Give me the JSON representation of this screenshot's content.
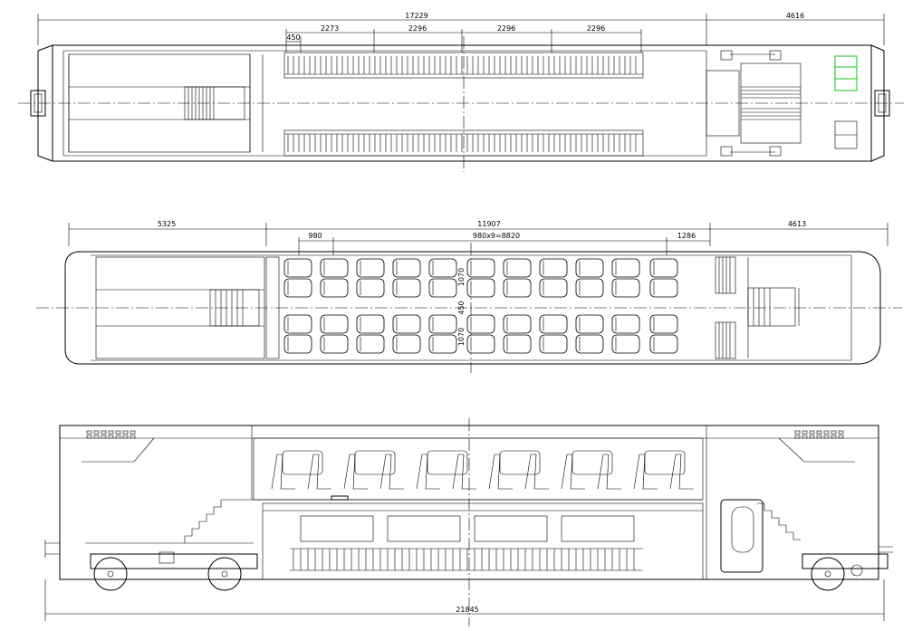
{
  "plan_upper": {
    "dims": {
      "total_length": "17229",
      "end_section": "4616",
      "offset": "450",
      "bay_1": "2273",
      "bay_2": "2296",
      "bay_3": "2296",
      "bay_4": "2296"
    }
  },
  "plan_lower": {
    "dims": {
      "left_section": "5325",
      "middle_section": "11907",
      "right_section": "4613",
      "first_pitch": "980",
      "pitch_total": "980x9=8820",
      "last_pitch": "1286",
      "seat_width_top": "1070",
      "aisle_width": "450",
      "seat_width_bottom": "1070"
    }
  },
  "elevation": {
    "dims": {
      "overall_length": "21845"
    }
  },
  "colors": {
    "line": "#000000",
    "highlight": "#19c419",
    "background": "#ffffff"
  }
}
